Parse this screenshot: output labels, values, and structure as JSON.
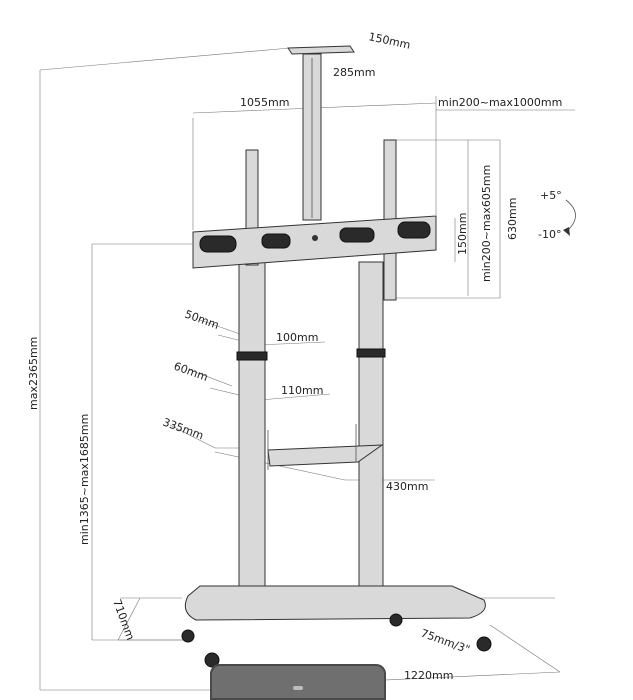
{
  "dimensions": {
    "plate_depth": "150mm",
    "plate_width": "285mm",
    "screen_width": "1055mm",
    "vesa_horizontal": "min200~max1000mm",
    "vesa_vertical": "min200~max605mm",
    "bracket_height": "150mm",
    "frame_height": "630mm",
    "tilt_up": "+5°",
    "tilt_down": "-10°",
    "total_height": "max2365mm",
    "center_height": "min1365~max1685mm",
    "clamp_gap_1": "50mm",
    "clamp_width_1": "100mm",
    "clamp_gap_2": "60mm",
    "clamp_width_2": "110mm",
    "shelf_depth": "335mm",
    "shelf_width": "430mm",
    "base_depth": "710mm",
    "caster": "75mm/3\"",
    "base_width": "1220mm"
  },
  "colors": {
    "line": "#555555",
    "bar": "#6f6f6f"
  }
}
